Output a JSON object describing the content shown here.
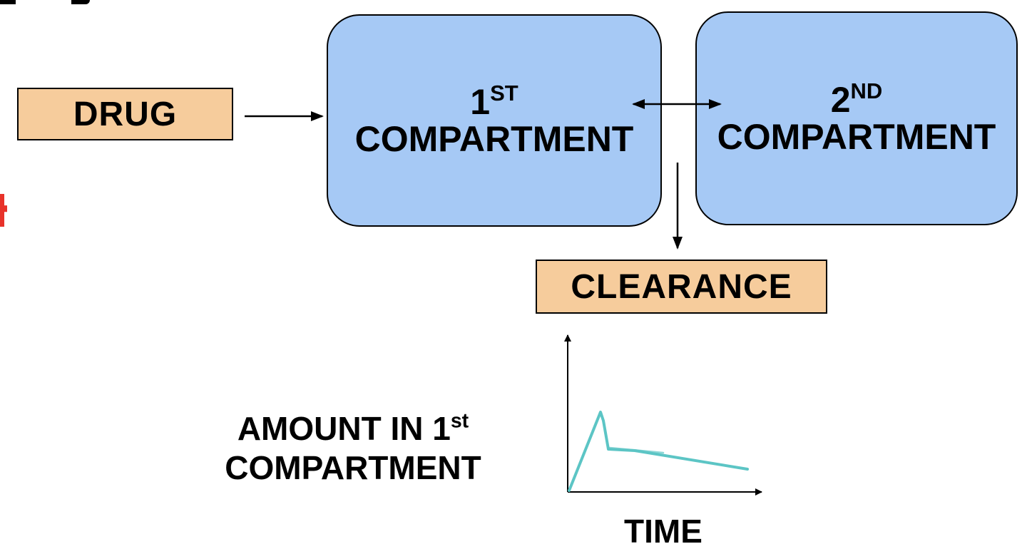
{
  "nodes": {
    "drug": {
      "label": "DRUG"
    },
    "compartment1": {
      "number": "1",
      "suffix": "ST",
      "label": "COMPARTMENT"
    },
    "compartment2": {
      "number": "2",
      "suffix": "ND",
      "label": "COMPARTMENT"
    },
    "clearance": {
      "label": "CLEARANCE"
    }
  },
  "edges": [
    {
      "from": "drug",
      "to": "compartment1",
      "direction": "one-way"
    },
    {
      "from": "compartment1",
      "to": "compartment2",
      "direction": "two-way"
    },
    {
      "from": "compartment1",
      "to": "clearance",
      "direction": "one-way"
    }
  ],
  "plot": {
    "ylabel_line1": "AMOUNT IN 1",
    "ylabel_sup": "st",
    "ylabel_line2": "COMPARTMENT",
    "xlabel": "TIME",
    "curve_color": "#5cc5c5",
    "curve_shape": "rapid rise to peak, sharp drop, then slow linear decline"
  },
  "colors": {
    "box_fill": "#f6cc9c",
    "compartment_fill": "#a6c9f5",
    "stroke": "#000000",
    "edge_text_fragment": "#e8322a"
  }
}
